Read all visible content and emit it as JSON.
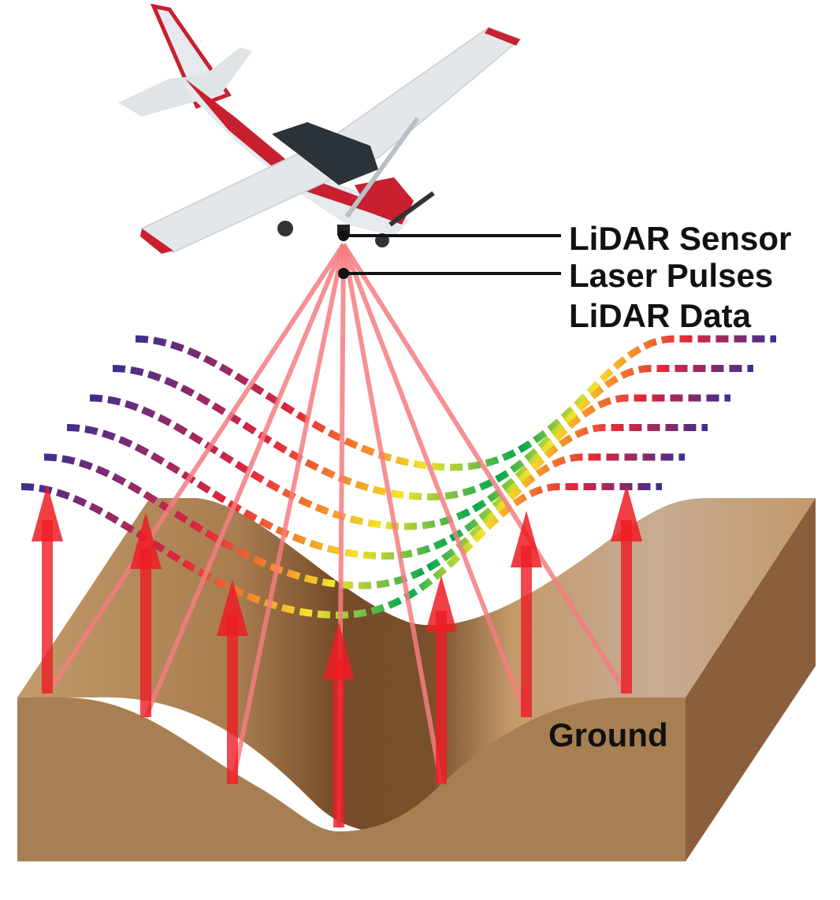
{
  "labels": {
    "sensor": "LiDAR Sensor",
    "pulses": "Laser Pulses",
    "data": "LiDAR Data",
    "ground": "Ground"
  },
  "colors": {
    "ground_top": "#c29a6b",
    "ground_front": "#a87f52",
    "ground_side": "#8b5e3c",
    "valley_shadow": "#764b29",
    "pulse": "#f47c80",
    "arrow": "#ed1c24",
    "plane_red": "#c8202f",
    "plane_white": "#e6eaee",
    "data_gradient": [
      "#3b2f8f",
      "#c0244a",
      "#ee4035",
      "#f58a2b",
      "#f3e32a",
      "#00a651"
    ]
  },
  "data_rows": 6,
  "ground_points": 7
}
